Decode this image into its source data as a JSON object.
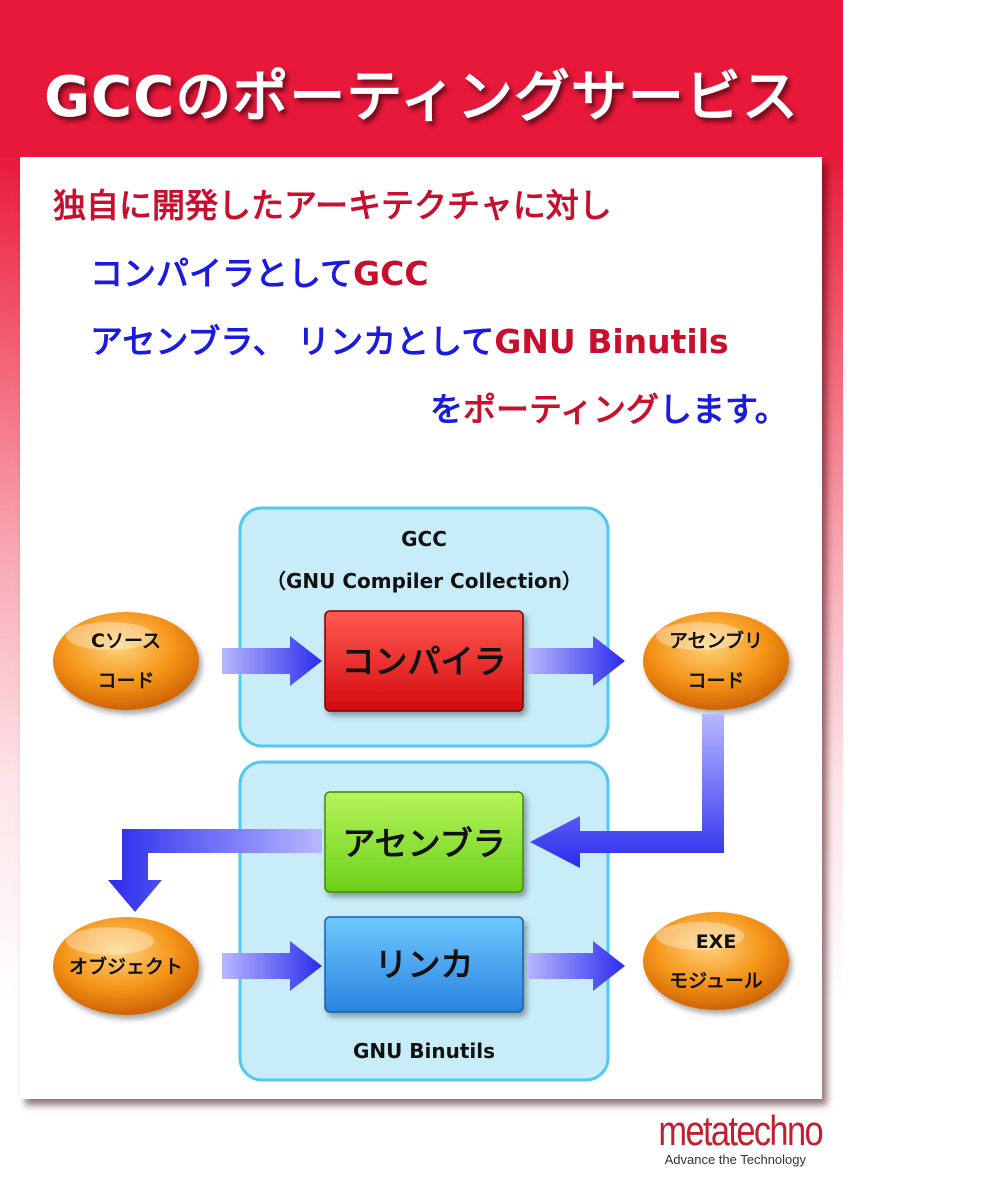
{
  "title": "GCCのポーティングサービス",
  "intro": {
    "line1": [
      {
        "text": "独自に開発した",
        "color": "red"
      },
      {
        "text": "アーキテクチャ",
        "color": "red"
      },
      {
        "text": "に対し",
        "color": "red"
      }
    ],
    "line2": [
      {
        "text": "コンパイラとして",
        "color": "blue"
      },
      {
        "text": "GCC",
        "color": "red"
      }
    ],
    "line3": [
      {
        "text": "アセンブラ、 リンカとして",
        "color": "blue"
      },
      {
        "text": "GNU Binutils",
        "color": "red"
      }
    ],
    "line4": [
      {
        "text": "を",
        "color": "blue"
      },
      {
        "text": "ポーティング",
        "color": "red"
      },
      {
        "text": "します。",
        "color": "blue"
      }
    ]
  },
  "diagram": {
    "gcc_group": {
      "title": "GCC",
      "subtitle": "（GNU Compiler Collection）"
    },
    "binutils_group": {
      "title": "GNU Binutils"
    },
    "boxes": {
      "compiler": "コンパイラ",
      "assembler": "アセンブラ",
      "linker": "リンカ"
    },
    "ovals": {
      "c_source": [
        "Cソース",
        "コード"
      ],
      "asm_code": [
        "アセンブリ",
        "コード"
      ],
      "object": [
        "オブジェクト"
      ],
      "exe": [
        "EXE",
        "モジュール"
      ]
    },
    "colors": {
      "compiler": "#e8141e",
      "assembler": "#7ee028",
      "linker": "#2e8fe8",
      "oval": "#f08a10",
      "group_fill": "#c8ecf8",
      "group_stroke": "#52c8f0",
      "arrow": "#3838f0"
    }
  },
  "logo": {
    "name": "metatechno",
    "tagline": "Advance the Technology"
  }
}
